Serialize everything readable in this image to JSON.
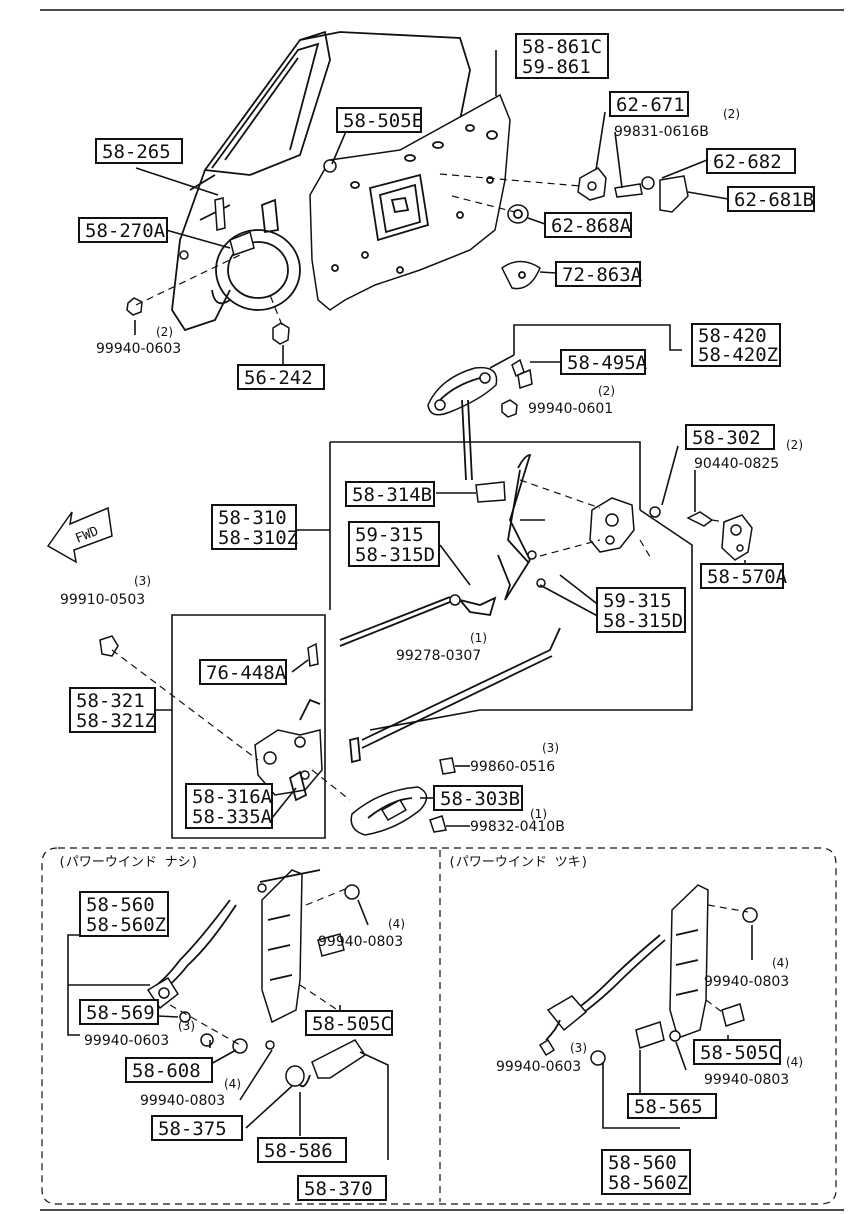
{
  "labels": {
    "p1": "58-861C",
    "p2": "59-861",
    "p3": "58-505E",
    "p4": "58-265",
    "p5": "58-270A",
    "p6": "62-671",
    "p7": "62-682",
    "p8": "62-681B",
    "p9": "62-868A",
    "p10": "72-863A",
    "p11": "56-242",
    "p12": "58-420",
    "p13": "58-420Z",
    "p14": "58-495A",
    "p15": "58-302",
    "p16": "58-314B",
    "p17": "58-310",
    "p18": "58-310Z",
    "p19": "59-315",
    "p20": "58-315D",
    "p21": "59-315",
    "p22": "58-315D",
    "p23": "58-570A",
    "p24": "76-448A",
    "p25": "58-321",
    "p26": "58-321Z",
    "p27": "58-316A",
    "p28": "58-335A",
    "p29": "58-303B",
    "p30": "58-560",
    "p31": "58-560Z",
    "p32": "58-569",
    "p33": "58-608",
    "p34": "58-505C",
    "p35": "58-375",
    "p36": "58-586",
    "p37": "58-370",
    "p38": "58-505C",
    "p39": "58-565",
    "p40": "58-560",
    "p41": "58-560Z"
  },
  "codes": {
    "c1": "99831-0616B",
    "c2": "99940-0603",
    "c3": "99940-0601",
    "c4": "90440-0825",
    "c5": "99910-0503",
    "c6": "99278-0307",
    "c7": "99860-0516",
    "c8": "99832-0410B",
    "c9": "99940-0803",
    "c10": "99940-0603",
    "c11": "99940-0803",
    "c12": "99940-0803",
    "c13": "99940-0603",
    "c14": "99940-0803"
  },
  "quantities": {
    "q1": "(2)",
    "q2": "(2)",
    "q3": "(2)",
    "q4": "(2)",
    "q5": "(3)",
    "q6": "(1)",
    "q7": "(3)",
    "q8": "(1)",
    "q9": "(4)",
    "q10": "(3)",
    "q11": "(4)",
    "q12": "(4)",
    "q13": "(3)",
    "q14": "(4)"
  },
  "direction_label": "FWD",
  "sections": {
    "left": "(パワーウインド ナシ)",
    "right": "(パワーウインド ツキ)"
  }
}
